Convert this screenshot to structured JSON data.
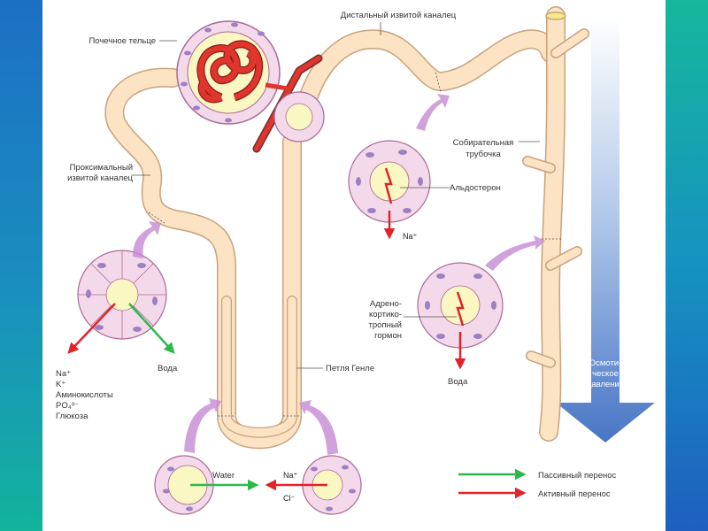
{
  "labels": {
    "renal_corpuscle": "Почечное тельце",
    "distal_tubule": "Дистальный извитой каналец",
    "proximal_tubule_1": "Проксимальный",
    "proximal_tubule_2": "извитой каналец",
    "collecting_duct_1": "Собирательная",
    "collecting_duct_2": "трубочка",
    "aldosterone": "Альдостерон",
    "acth_1": "Адрено-",
    "acth_2": "кортико-",
    "acth_3": "тропный",
    "acth_4": "гормон",
    "water_right": "Вода",
    "water_left": "Вода",
    "loop_henle": "Петля Генле",
    "na_top": "Na⁺",
    "osmotic_1": "Осмоти-",
    "osmotic_2": "ческое",
    "osmotic_3": "давление",
    "water_en": "Water",
    "na_bottom": "Na⁺",
    "cl_bottom": "Cl⁻"
  },
  "reabsorbed": [
    "Na⁺",
    "K⁺",
    "Аминокислоты",
    "PO₄³⁻",
    "Глюкоза"
  ],
  "legend": {
    "passive": "Пассивный перенос",
    "active": "Активный перенос"
  },
  "colors": {
    "tubule_fill": "#fbe3c4",
    "tubule_stroke": "#c9a27c",
    "cell_fill": "#f4d9ea",
    "cell_stroke": "#a86a96",
    "nucleus": "#9d80c4",
    "lumen": "#fbf7c2",
    "passive_arrow": "#2db84a",
    "active_arrow": "#e32229",
    "vessel": "#d83b33",
    "osmotic_top": "#ffffff",
    "osmotic_bottom": "#4b7bc8"
  }
}
